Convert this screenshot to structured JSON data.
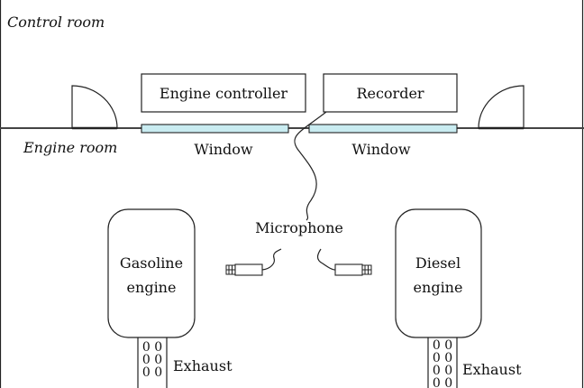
{
  "labels": {
    "control_room": "Control room",
    "engine_room": "Engine room",
    "engine_controller": "Engine controller",
    "recorder": "Recorder",
    "window_left": "Window",
    "window_right": "Window",
    "microphone": "Microphone",
    "gasoline_line1": "Gasoline",
    "gasoline_line2": "engine",
    "diesel_line1": "Diesel",
    "diesel_line2": "engine",
    "exhaust_left": "Exhaust",
    "exhaust_right": "Exhaust"
  },
  "colors": {
    "window_fill": "#c9ecf1",
    "stroke": "#222222"
  }
}
